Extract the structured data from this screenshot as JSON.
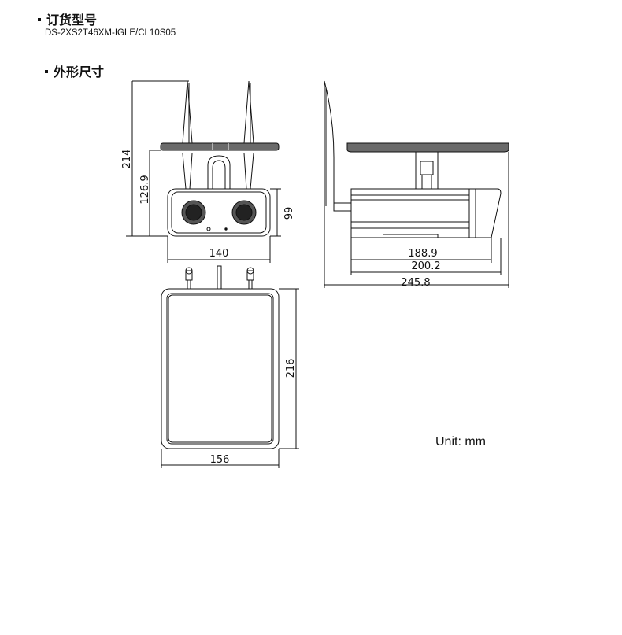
{
  "sections": {
    "order_model_title": "订货型号",
    "dimensions_title": "外形尺寸"
  },
  "model_number": "DS-2XS2T46XM-IGLE/CL10S05",
  "unit": "Unit: mm",
  "dimensions": {
    "front_total_height": "214",
    "front_mount_height": "126.9",
    "front_body_height": "99",
    "front_width": "140",
    "side_length_1": "188.9",
    "side_length_2": "200.2",
    "side_length_3": "245.8",
    "panel_height": "216",
    "panel_width": "156"
  }
}
